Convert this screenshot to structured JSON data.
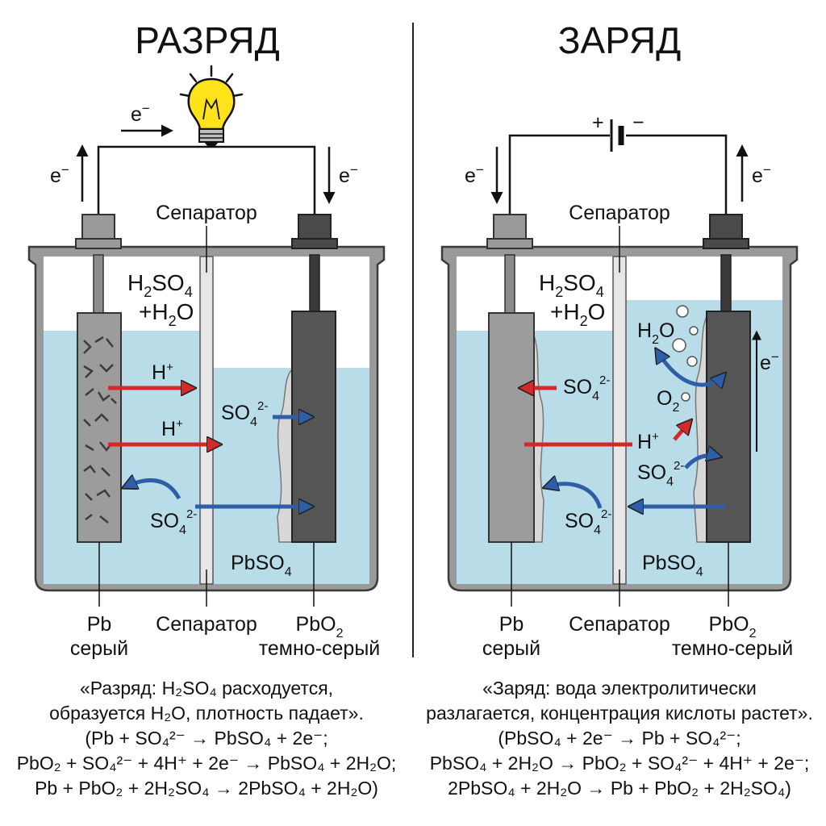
{
  "discharge": {
    "title": "РАЗРЯД",
    "electron": "e",
    "electron_sup": "−",
    "separator_top": "Сепаратор",
    "separator_bottom": "Сепаратор",
    "acid": {
      "h": "H",
      "sub2": "2",
      "so": "SO",
      "sub4": "4"
    },
    "water": {
      "plus_h": "+H",
      "sub2": "2",
      "o": "O"
    },
    "hplus": {
      "h": "H",
      "sup": "+"
    },
    "sulfate": {
      "so": "SO",
      "sub": "4",
      "sup": "2-"
    },
    "pbso4": {
      "pbso": "PbSO",
      "sub": "4"
    },
    "left_electrode": {
      "name": "Pb",
      "color": "серый"
    },
    "right_electrode": {
      "name": "PbO",
      "sub": "2",
      "color": "темно-серый"
    },
    "caption": {
      "line1": "«Разряд: H₂SO₄ расходуется,",
      "line2": "образуется H₂O, плотность падает».",
      "line3": "(Pb + SO₄²⁻ → PbSO₄ + 2e⁻;",
      "line4": "PbO₂ + SO₄²⁻ + 4H⁺ + 2e⁻ → PbSO₄ + 2H₂O;",
      "line5": "Pb + PbO₂ + 2H₂SO₄ → 2PbSO₄ + 2H₂O)"
    }
  },
  "charge": {
    "title": "ЗАРЯД",
    "electron": "e",
    "electron_sup": "−",
    "plus": "+",
    "minus": "−",
    "separator_top": "Сепаратор",
    "separator_bottom": "Сепаратор",
    "acid": {
      "h": "H",
      "sub2": "2",
      "so": "SO",
      "sub4": "4"
    },
    "water": {
      "plus_h": "+H",
      "sub2": "2",
      "o": "O"
    },
    "h2o": {
      "h": "H",
      "sub": "2",
      "o": "O"
    },
    "o2": {
      "o": "O",
      "sub": "2"
    },
    "hplus": {
      "h": "H",
      "sup": "+"
    },
    "sulfate": {
      "so": "SO",
      "sub": "4",
      "sup": "2-"
    },
    "pbso4": {
      "pbso": "PbSO",
      "sub": "4"
    },
    "left_electrode": {
      "name": "Pb",
      "color": "серый"
    },
    "right_electrode": {
      "name": "PbO",
      "sub": "2",
      "color": "темно-серый"
    },
    "caption": {
      "line1": "«Заряд: вода электролитически",
      "line2": "разлагается, концентрация кислоты растет».",
      "line3": "(PbSO₄ + 2e⁻ → Pb + SO₄²⁻;",
      "line4": "PbSO₄ + 2H₂O → PbO₂ + SO₄²⁻ + 4H⁺ + 2e⁻;",
      "line5": "2PbSO₄ + 2H₂O → Pb + PbO₂ + 2H₂SO₄)"
    }
  },
  "colors": {
    "electrolyte": "#b9dde8",
    "container": "#9a9a9a",
    "container_stroke": "#3a3a3a",
    "pb_electrode": "#9c9c9c",
    "pbo2_electrode": "#555555",
    "pbso4_layer": "#d8d8d8",
    "hplus_arrow": "#d62828",
    "sulfate_arrow": "#2f5ea8",
    "bulb": "#ffe31a"
  },
  "icons": {
    "bulb": "light-bulb-icon",
    "battery": "battery-icon"
  }
}
